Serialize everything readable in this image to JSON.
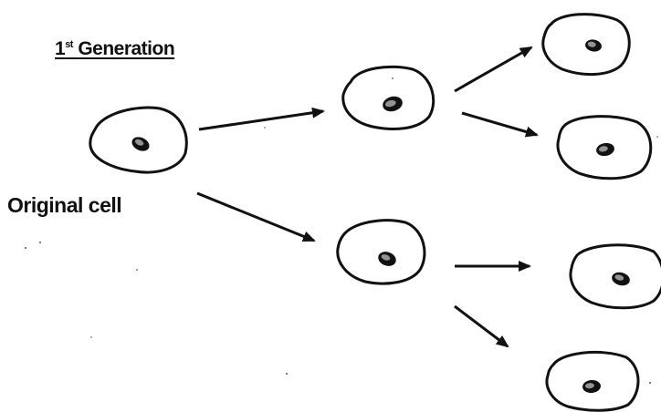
{
  "title": {
    "number": "1",
    "superscript": "st",
    "text": "Generation"
  },
  "original_label": "Original cell",
  "colors": {
    "ink": "#111111",
    "background": "#ffffff"
  },
  "icons": {
    "cell": "cell-icon",
    "nucleus": "nucleus-icon",
    "arrow": "arrow-icon"
  }
}
